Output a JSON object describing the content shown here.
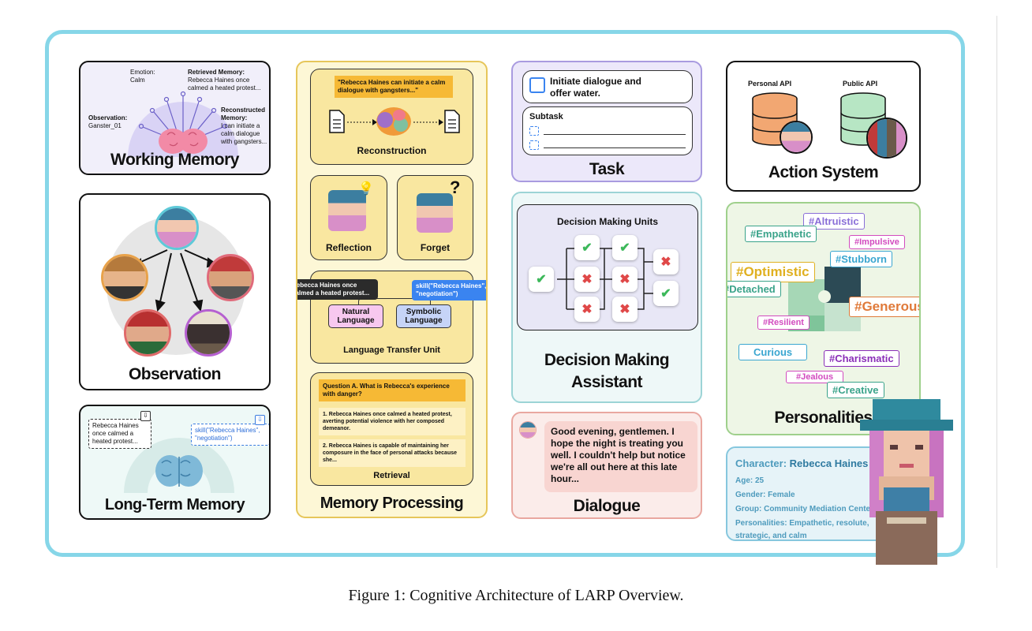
{
  "working_memory": {
    "title": "Working Memory",
    "emotion_label": "Emotion:",
    "emotion_value": "Calm",
    "retrieved_label": "Retrieved Memory:",
    "retrieved_value": "Rebecca Haines once calmed a heated protest...",
    "observation_label": "Observation:",
    "observation_value": "Ganster_01",
    "reconstructed_label": "Reconstructed Memory:",
    "reconstructed_value": "I can initiate a calm dialogue with gangsters..."
  },
  "observation": {
    "title": "Observation"
  },
  "long_term_memory": {
    "title": "Long-Term Memory",
    "note_left": "Rebecca Haines once calmed a heated protest...",
    "note_right": "skill(\"Rebecca Haines\", \"negotiation\")"
  },
  "memory_processing": {
    "title": "Memory Processing",
    "reconstruction_quote": "\"Rebecca Haines can initiate a calm dialogue with gangsters...\"",
    "reconstruction_label": "Reconstruction",
    "reflection_label": "Reflection",
    "forget_label": "Forget",
    "forget_mark": "?",
    "bubble_left": "Rebecca Haines once calmed a heated protest...",
    "bubble_right": "skill(\"Rebecca Haines\", \"negotiation\")",
    "natural_language": "Natural Language",
    "symbolic_language": "Symbolic Language",
    "ltu_label": "Language Transfer Unit",
    "question": "Question A. What is Rebecca's experience with danger?",
    "answer_1": "1. Rebecca Haines once calmed a heated protest, averting potential violence with her composed demeanor.",
    "answer_2": "2. Rebecca Haines is capable of maintaining her composure in the face of personal attacks because she...",
    "retrieval_label": "Retrieval"
  },
  "task": {
    "title": "Task",
    "main_task": "Initiate dialogue and offer water.",
    "subtask_label": "Subtask"
  },
  "decision": {
    "units_label": "Decision Making Units",
    "title_line1": "Decision Making",
    "title_line2": "Assistant",
    "check_mark": "✔",
    "cross_mark": "✖"
  },
  "dialogue": {
    "title": "Dialogue",
    "text": "Good evening, gentlemen. I hope the night is treating you well. I couldn't help but notice we're all out here at this late hour..."
  },
  "action_system": {
    "title": "Action System",
    "personal_api": "Personal API",
    "public_api": "Public API"
  },
  "personalities": {
    "title": "Personalities",
    "tags": {
      "altruistic": "#Altruistic",
      "empathetic": "#Empathetic",
      "impulsive": "#Impulsive",
      "stubborn": "#Stubborn",
      "optimistic": "#Optimistic",
      "detached": "#Detached",
      "generous": "#Generous",
      "resilient": "#Resilient",
      "curious": "Curious",
      "charismatic": "#Charismatic",
      "jealous": "#Jealous",
      "creative": "#Creative"
    }
  },
  "character": {
    "label": "Character:",
    "name": "Rebecca Haines",
    "age": "Age: 25",
    "gender": "Gender: Female",
    "group": "Group: Community Mediation Center",
    "personalities": "Personalities: Empathetic, resolute, strategic, and calm"
  },
  "caption": "Figure 1: Cognitive Architecture of LARP Overview.",
  "colors": {
    "frame": "#86d6e8",
    "memory_processing_bg": "#fdf7d6",
    "memory_processing_border": "#e6c65a",
    "task_border": "#a99be0",
    "dialogue_border": "#e9a7a0",
    "personalities_border": "#9fd08c",
    "character_border": "#86c7de"
  }
}
